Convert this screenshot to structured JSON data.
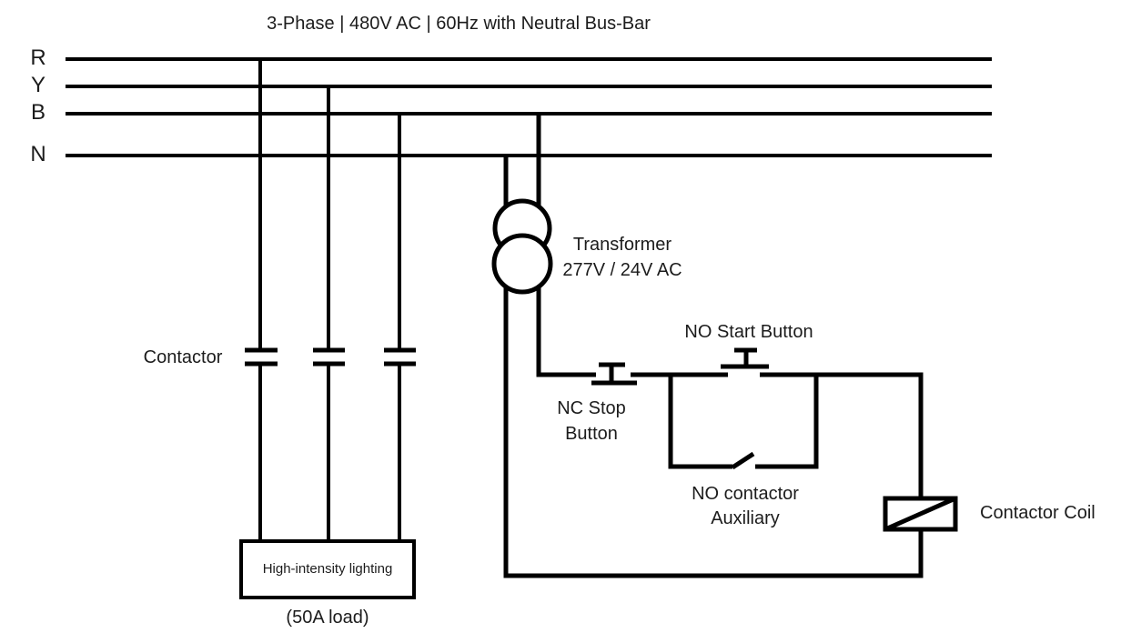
{
  "colors": {
    "line": "#000000",
    "text": "#1c1c1c",
    "background": "#ffffff"
  },
  "diagram": {
    "title": "3-Phase | 480V AC | 60Hz with Neutral Bus-Bar",
    "buses": {
      "r": "R",
      "y": "Y",
      "b": "B",
      "n": "N"
    },
    "power": {
      "contactor_label": "Contactor",
      "load_label": "High-intensity lighting",
      "load_rating": "(50A load)"
    },
    "transformer": {
      "name": "Transformer",
      "rating": "277V / 24V AC"
    },
    "control": {
      "stop_button_line1": "NC Stop",
      "stop_button_line2": "Button",
      "start_button": "NO Start Button",
      "aux_line1": "NO contactor",
      "aux_line2": "Auxiliary",
      "coil": "Contactor Coil"
    }
  }
}
